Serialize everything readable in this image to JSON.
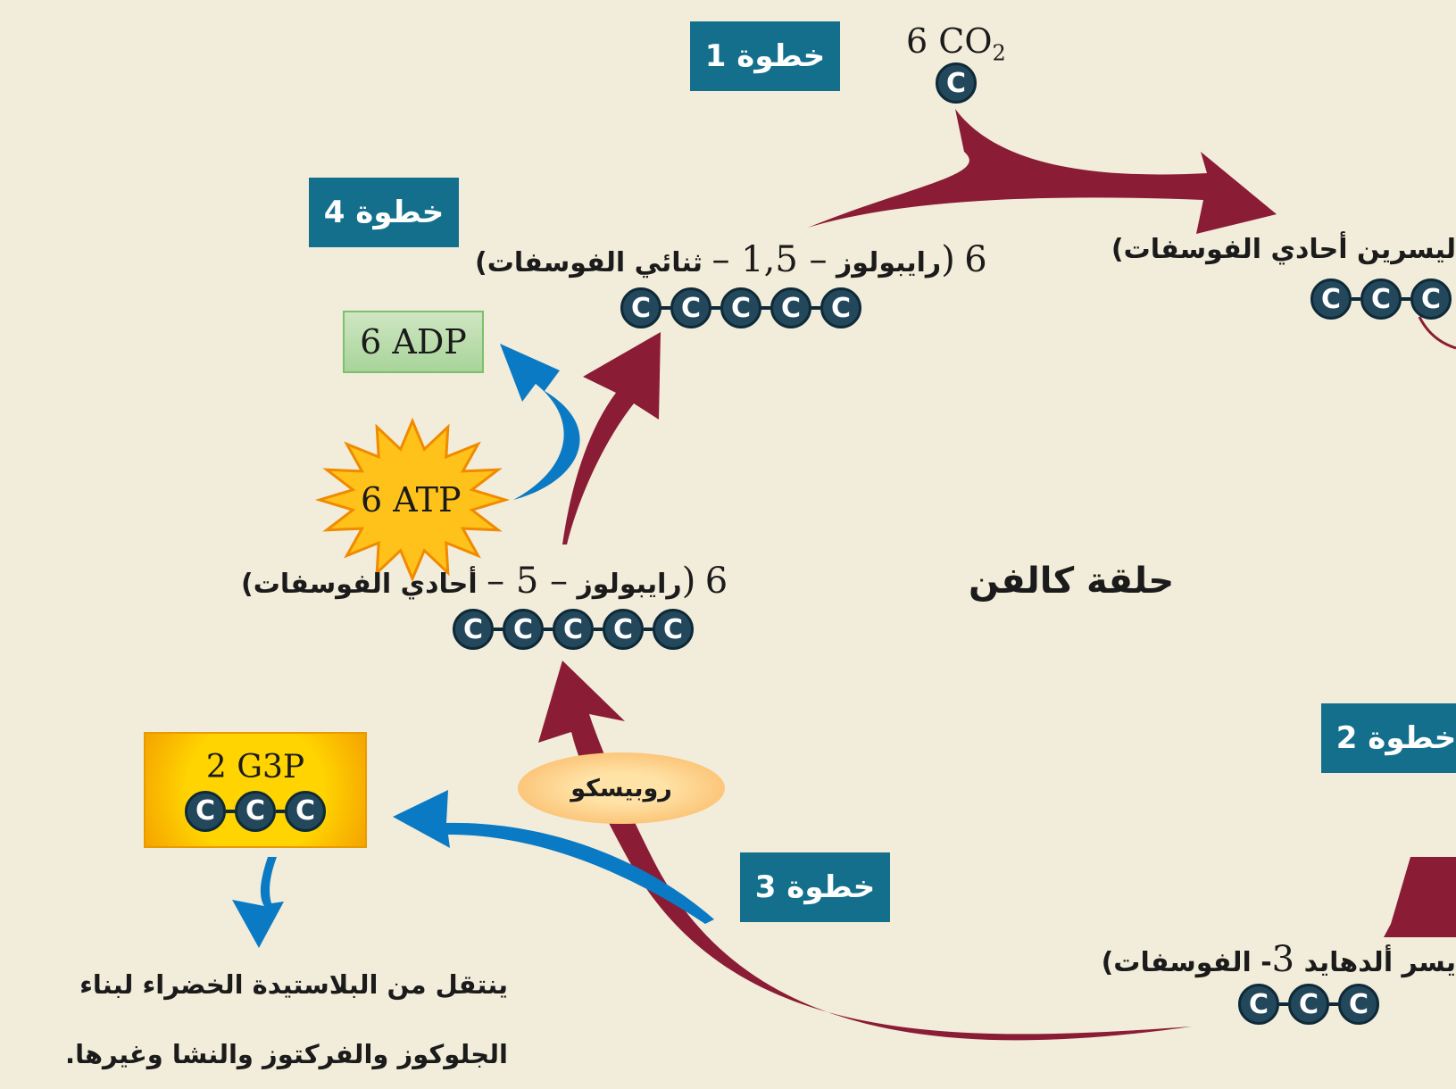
{
  "steps": {
    "step1": "خطوة 1",
    "step2": "خطوة 2",
    "step3": "خطوة 3",
    "step4": "خطوة 4"
  },
  "molecules": {
    "co2_count": "6 CO",
    "co2_sub": "2",
    "rubp_count": "6",
    "rubp_paren": "(",
    "rubp_name_a": "رايبولوز",
    "rubp_numbers": "– 1,5 –",
    "rubp_name_b": "ثنائي الفوسفات)",
    "ru5p_count": "6",
    "ru5p_paren": "(",
    "ru5p_name_a": "رايبولوز",
    "ru5p_numbers": "– 5 –",
    "ru5p_name_b": "أحادي الفوسفات)",
    "pga_name": "ليسرين أحادي الفوسفات)",
    "g3p_name_a": "يسر ألدهايد",
    "g3p_number": "3",
    "g3p_name_b": "- الفوسفات)",
    "g3p_out": "2 G3P"
  },
  "energy": {
    "adp": "6 ADP",
    "atp": "6 ATP"
  },
  "carbon_symbol": "C",
  "enzyme": "روبيسكو",
  "cycle_title": "حلقة كالفن",
  "note_line1": "ينتقل من البلاستيدة الخضراء لبناء",
  "note_line2": "الجلوكوز والفركتوز والنشا وغيرها.",
  "colors": {
    "background": "#f2ecda",
    "step_box": "#146f8c",
    "cycle_arrow": "#8a1c35",
    "output_arrow": "#0a7ac4",
    "carbon": "#24485b"
  }
}
